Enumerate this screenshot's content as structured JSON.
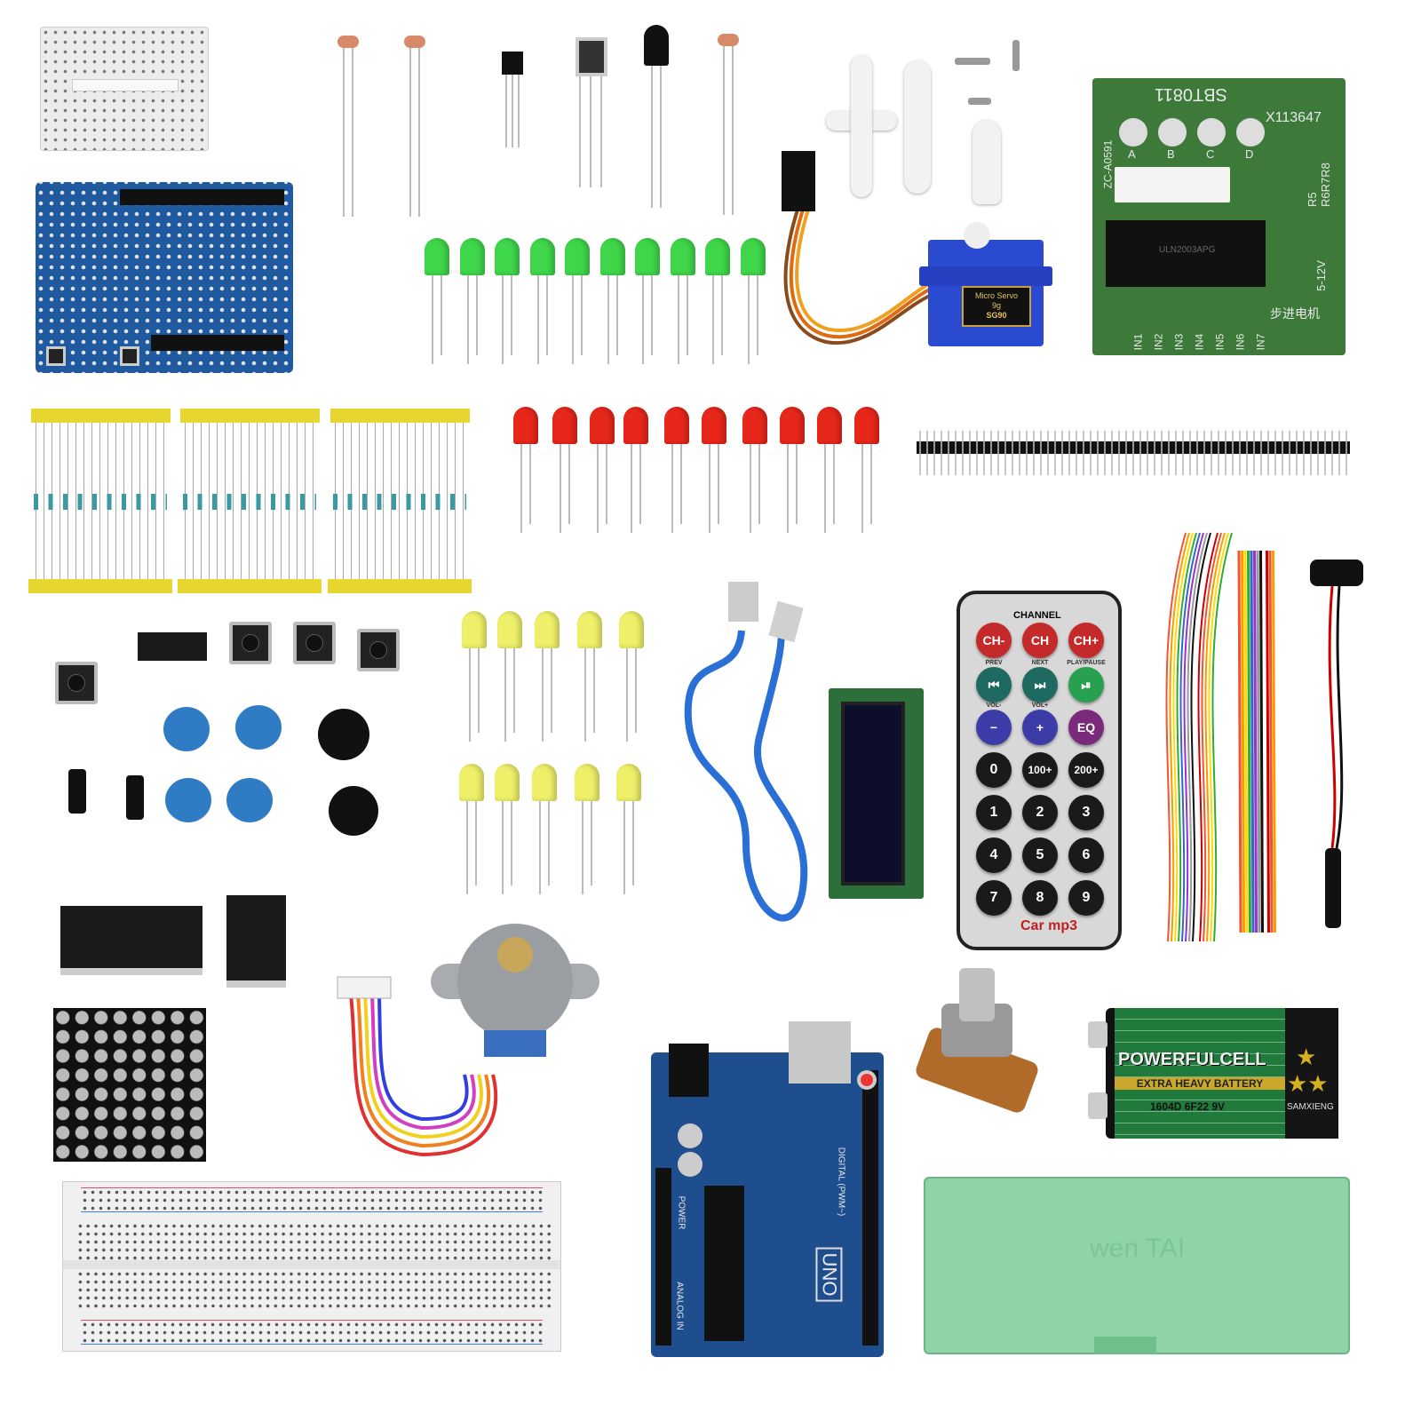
{
  "servo": {
    "label_line1": "Micro Servo",
    "label_line2": "9g",
    "model": "SG90"
  },
  "driver_board": {
    "chip": "SBT0811",
    "code": "X113647",
    "ic": "ULN2003APG",
    "voltage": "5-12V",
    "resistors": "R5 R6R7R8",
    "led_labels": [
      "A",
      "B",
      "C",
      "D"
    ],
    "inputs": [
      "IN1",
      "IN2",
      "IN3",
      "IN4",
      "IN5",
      "IN6",
      "IN7"
    ],
    "cn_label": "步进电机",
    "side_label": "ZC-A0591"
  },
  "remote": {
    "channel_label": "CHANNEL",
    "row1": [
      "CH-",
      "CH",
      "CH+"
    ],
    "row1_sub": [
      "PREV",
      "NEXT",
      "PLAY/PAUSE"
    ],
    "row2_sub": [
      "VOL-",
      "VOL+",
      ""
    ],
    "row3": [
      "−",
      "+",
      "EQ"
    ],
    "numbers": [
      "0",
      "100+",
      "200+",
      "1",
      "2",
      "3",
      "4",
      "5",
      "6",
      "7",
      "8",
      "9"
    ],
    "brand": "Car mp3"
  },
  "battery": {
    "brand": "POWERFULCELL",
    "tagline": "EXTRA HEAVY BATTERY",
    "model": "1604D 6F22 9V",
    "maker": "SAMXIENG"
  },
  "uno": {
    "name": "UNO",
    "power": "POWER",
    "analog": "ANALOG IN",
    "digital": "DIGITAL (PWM~)"
  },
  "box": {
    "brand": "wen TAI"
  },
  "colors": {
    "green_led": "#3fd64a",
    "red_led": "#e8271b",
    "yellow_led": "#eef06a",
    "pcb_blue": "#1f5aa0",
    "pcb_green": "#3d7a3a",
    "box_green": "#7fcf9a"
  }
}
